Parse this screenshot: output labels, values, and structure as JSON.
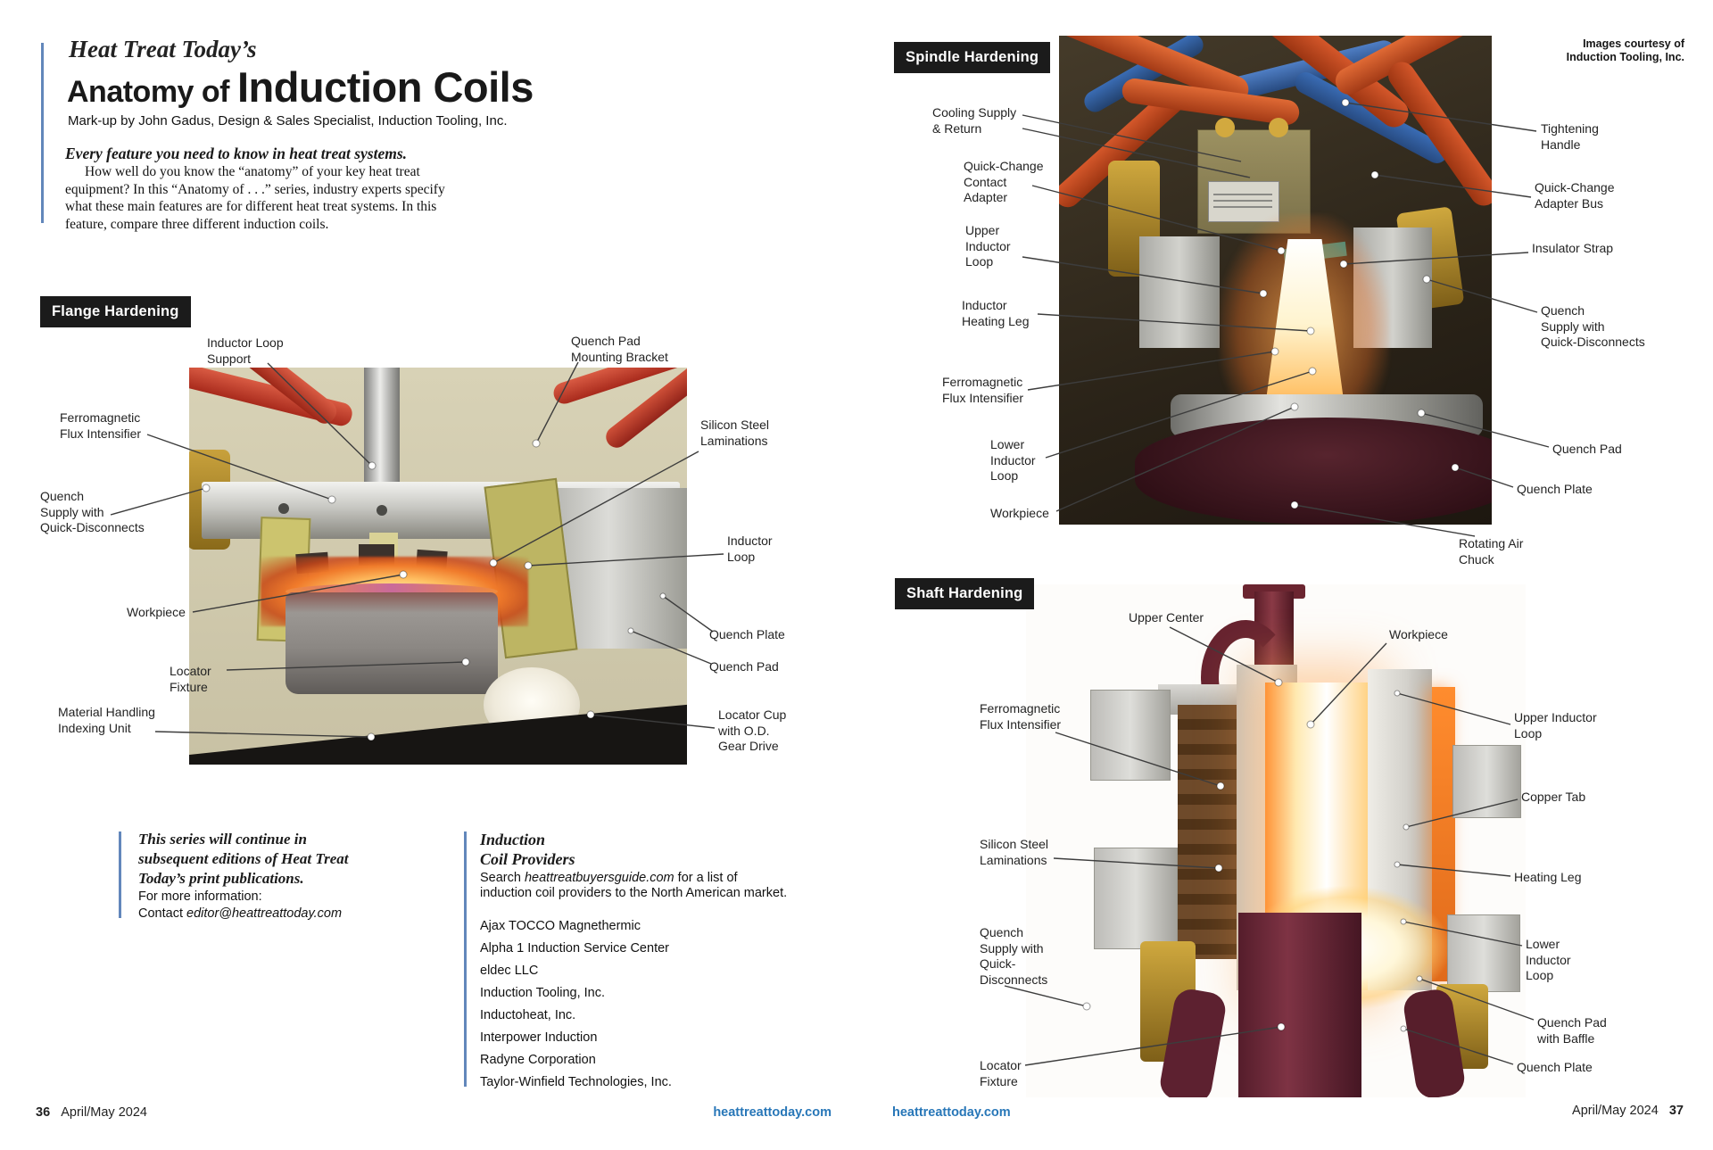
{
  "header": {
    "kicker": "Heat Treat Today’s",
    "title_prefix": "Anatomy of ",
    "title_main": "Induction Coils",
    "byline": "Mark-up by John Gadus, Design & Sales Specialist, Induction Tooling, Inc.",
    "standfirst": "Every feature you need to know in heat treat systems.",
    "intro": "How well do you know the “anatomy” of your key heat treat equipment? In this “Anatomy of . . .” series, industry experts specify what these main features are for different heat treat systems. In this feature, compare three different induction coils."
  },
  "sections": {
    "flange": {
      "title": "Flange Hardening",
      "labels": [
        {
          "text": "Inductor Loop\nSupport"
        },
        {
          "text": "Quench Pad\nMounting Bracket"
        },
        {
          "text": "Ferromagnetic\nFlux Intensifier"
        },
        {
          "text": "Quench\nSupply with\nQuick-Disconnects"
        },
        {
          "text": "Workpiece"
        },
        {
          "text": "Locator\nFixture"
        },
        {
          "text": "Material Handling\nIndexing Unit"
        },
        {
          "text": "Silicon Steel\nLaminations"
        },
        {
          "text": "Inductor\nLoop"
        },
        {
          "text": "Quench Plate"
        },
        {
          "text": "Quench Pad"
        },
        {
          "text": "Locator Cup\nwith O.D.\nGear Drive"
        }
      ]
    },
    "spindle": {
      "title": "Spindle Hardening",
      "labels": [
        {
          "text": "Cooling Supply\n& Return"
        },
        {
          "text": "Quick-Change\nContact\nAdapter"
        },
        {
          "text": "Upper\nInductor\nLoop"
        },
        {
          "text": "Inductor\nHeating Leg"
        },
        {
          "text": "Ferromagnetic\nFlux Intensifier"
        },
        {
          "text": "Lower\nInductor\nLoop"
        },
        {
          "text": "Workpiece"
        },
        {
          "text": "Tightening\nHandle"
        },
        {
          "text": "Quick-Change\nAdapter Bus"
        },
        {
          "text": "Insulator Strap"
        },
        {
          "text": "Quench\nSupply with\nQuick-Disconnects"
        },
        {
          "text": "Quench Pad"
        },
        {
          "text": "Quench Plate"
        },
        {
          "text": "Rotating Air\nChuck"
        }
      ]
    },
    "shaft": {
      "title": "Shaft Hardening",
      "labels": [
        {
          "text": "Upper Center"
        },
        {
          "text": "Workpiece"
        },
        {
          "text": "Ferromagnetic\nFlux Intensifier"
        },
        {
          "text": "Silicon Steel\nLaminations"
        },
        {
          "text": "Quench\nSupply with\nQuick-\nDisconnects"
        },
        {
          "text": "Locator\nFixture"
        },
        {
          "text": "Upper Inductor\nLoop"
        },
        {
          "text": "Copper Tab"
        },
        {
          "text": "Heating Leg"
        },
        {
          "text": "Lower\nInductor\nLoop"
        },
        {
          "text": "Quench Pad\nwith Baffle"
        },
        {
          "text": "Quench Plate"
        }
      ]
    }
  },
  "continuation": {
    "note": "This series will continue in\nsubsequent editions of Heat Treat\nToday’s print publications.",
    "more_info": "For more information:",
    "contact_prefix": "Contact ",
    "contact_email": "editor@heattreattoday.com"
  },
  "providers": {
    "heading": "Induction\nCoil Providers",
    "blurb_prefix": "Search ",
    "blurb_link": "heattreatbuyersguide.com",
    "blurb_suffix": " for a list of induction coil providers to the North American market.",
    "items": [
      "Ajax TOCCO Magnethermic",
      "Alpha 1 Induction Service Center",
      "eldec LLC",
      "Induction Tooling, Inc.",
      "Inductoheat, Inc.",
      "Interpower Induction",
      "Radyne Corporation",
      "Taylor-Winfield Technologies, Inc."
    ]
  },
  "credit": "Images courtesy of\nInduction Tooling, Inc.",
  "footer": {
    "left_page_num": "36",
    "left_issue": "April/May 2024",
    "left_site": "heattreattoday.com",
    "right_site": "heattreattoday.com",
    "right_issue": "April/May 2024",
    "right_page_num": "37"
  }
}
